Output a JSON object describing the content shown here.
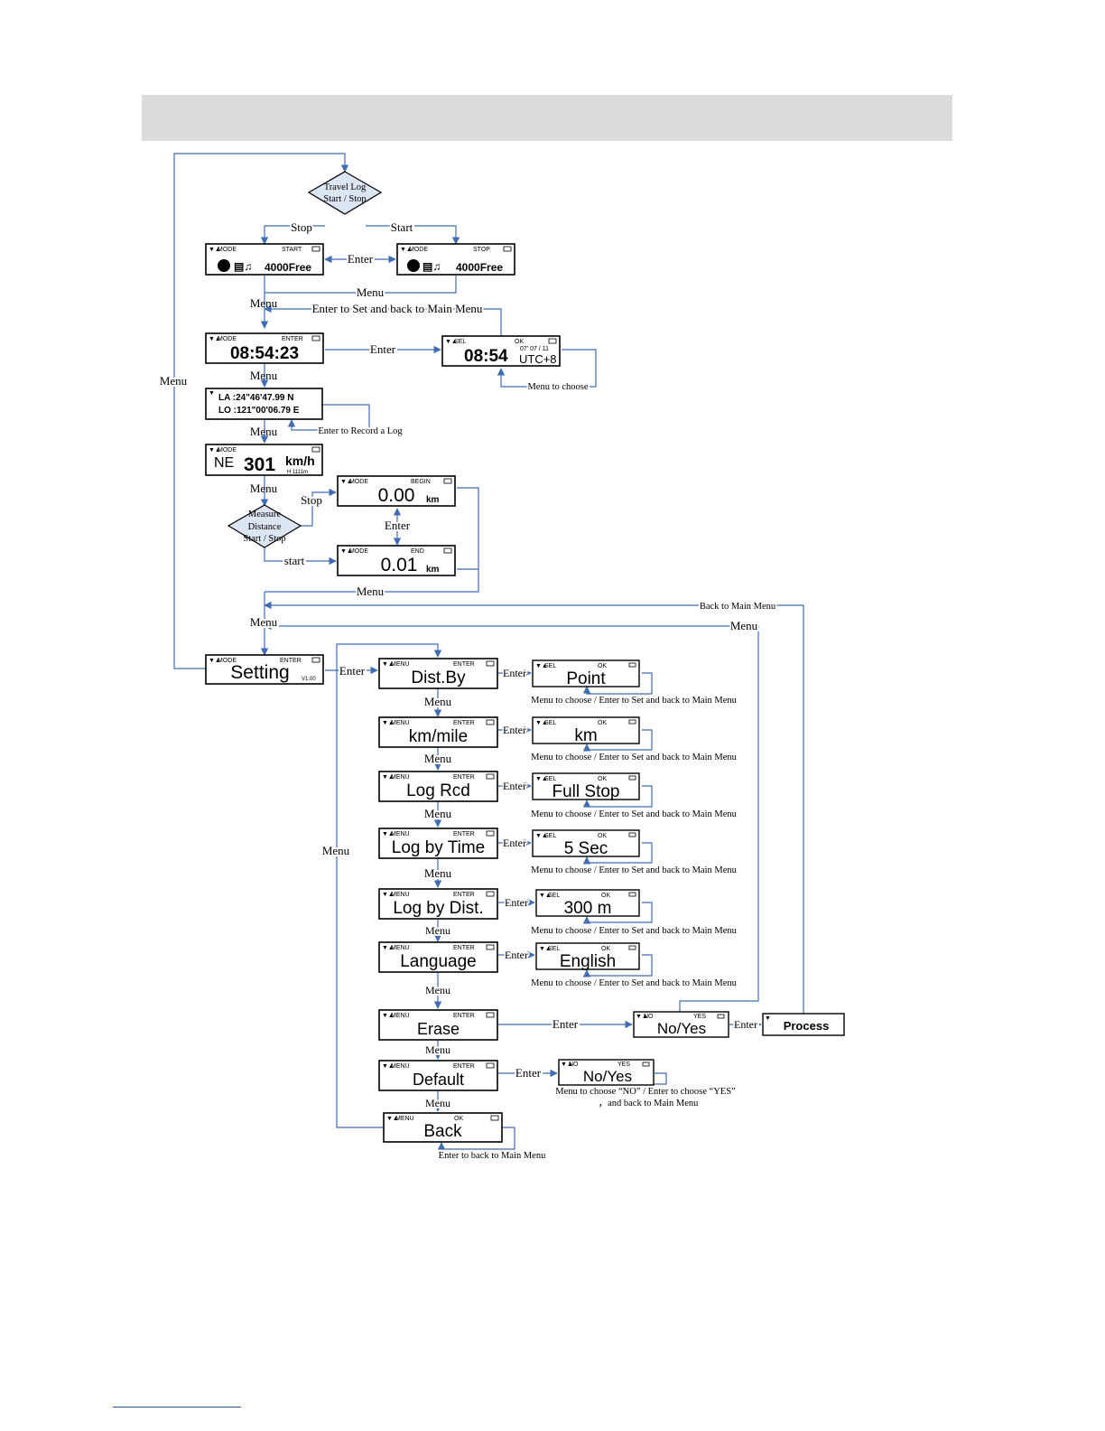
{
  "colors": {
    "connector": "#3f6db5",
    "header_bar": "#dcdcdc",
    "diamond_fill": "#dce6f2"
  },
  "diamonds": {
    "travel_log": [
      "Travel Log",
      "Start / Stop"
    ],
    "measure": [
      "Measure",
      "Distance",
      "Start / Stop"
    ]
  },
  "screens": {
    "log_start": {
      "left": "MODE",
      "right": "START",
      "value": "4000Free"
    },
    "log_stop": {
      "left": "MODE",
      "right": "STOP",
      "value": "4000Free"
    },
    "time": {
      "left": "MODE",
      "right": "ENTER",
      "value": "08:54:23"
    },
    "time_set": {
      "left": "SEL",
      "right": "OK",
      "value": "08:54",
      "date": "07' 07 / 11",
      "utc": "UTC+8"
    },
    "coords": {
      "la": "LA :24\"46'47.99   N",
      "lo": "LO :121\"00'06.79 E"
    },
    "speed": {
      "left": "MODE",
      "dir": "NE",
      "value": "301",
      "unit": "km/h",
      "alt": "H 1111m"
    },
    "dist_begin": {
      "left": "MODE",
      "right": "BEGIN",
      "value": "0.00",
      "unit": "km"
    },
    "dist_end": {
      "left": "MODE",
      "right": "END",
      "value": "0.01",
      "unit": "km"
    },
    "setting": {
      "left": "MODE",
      "right": "ENTER",
      "value": "Setting",
      "ver": "V1.00"
    },
    "menu_items": [
      "Dist.By",
      "km/mile",
      "Log Rcd",
      "Log by Time",
      "Log by Dist.",
      "Language",
      "Erase",
      "Default",
      "Back"
    ],
    "menu_left": "MENU",
    "menu_right": "ENTER",
    "back_right": "OK",
    "option_values": [
      "Point",
      "km",
      "Full Stop",
      "5     Sec",
      "300 m",
      "English"
    ],
    "option_left": "SEL",
    "option_right": "OK",
    "confirm": {
      "left": "NO",
      "right": "YES",
      "value": "No/Yes"
    },
    "process": "Process"
  },
  "labels": {
    "stop": "Stop",
    "start": "Start",
    "start_lower": "start",
    "enter": "Enter",
    "menu": "Menu",
    "enter_set_back": "Enter to Set and back to Main Menu",
    "menu_to_choose": "Menu to choose",
    "enter_record": "Enter to Record a Log",
    "back_main": "Back to Main Menu",
    "choose_set": "Menu to choose / Enter to Set and back to Main Menu",
    "default_note_1": "Menu to choose  “NO”  / Enter to choose  “YES”",
    "default_note_2": "，and back to Main Menu",
    "enter_back": "Enter to  back to Main Menu"
  }
}
